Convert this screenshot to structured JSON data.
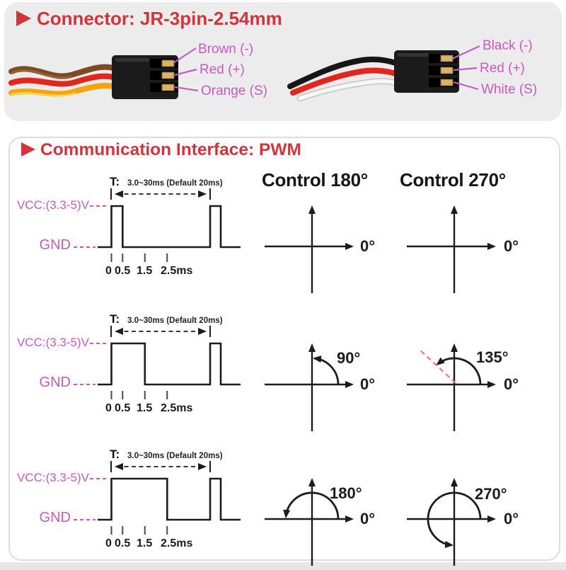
{
  "connector_section": {
    "title": "Connector: JR-3pin-2.54mm",
    "left_labels": [
      "Brown (-)",
      "Red (+)",
      "Orange (S)"
    ],
    "right_labels": [
      "Black (-)",
      "Red (+)",
      "White (S)"
    ]
  },
  "pwm_section": {
    "title": "Communication Interface: PWM",
    "column_headers": [
      "Control 180°",
      "Control 270°"
    ],
    "waveform_rows": [
      {
        "t_label": "T:",
        "t_range": "3.0~30ms (Default 20ms)",
        "vcc_label": "VCC:(3.3-5)V",
        "gnd_label": "GND",
        "ticks": [
          "0",
          "0.5",
          "1.5",
          "2.5ms"
        ],
        "pulse_ms": 0.5,
        "period_ms_default": 20
      },
      {
        "t_label": "T:",
        "t_range": "3.0~30ms (Default 20ms)",
        "vcc_label": "VCC:(3.3-5)V",
        "gnd_label": "GND",
        "ticks": [
          "0",
          "0.5",
          "1.5",
          "2.5ms"
        ],
        "pulse_ms": 1.5,
        "period_ms_default": 20
      },
      {
        "t_label": "T:",
        "t_range": "3.0~30ms (Default 20ms)",
        "vcc_label": "VCC:(3.3-5)V",
        "gnd_label": "GND",
        "ticks": [
          "0",
          "0.5",
          "1.5",
          "2.5ms"
        ],
        "pulse_ms": 2.5,
        "period_ms_default": 20
      }
    ],
    "dials": [
      {
        "zero_label": "0°",
        "angle_label": "",
        "angle_deg": 0,
        "pink_pointer": false
      },
      {
        "zero_label": "0°",
        "angle_label": "",
        "angle_deg": 0,
        "pink_pointer": false
      },
      {
        "zero_label": "0°",
        "angle_label": "90°",
        "angle_deg": 90,
        "pink_pointer": false
      },
      {
        "zero_label": "0°",
        "angle_label": "135°",
        "angle_deg": 135,
        "pink_pointer": true
      },
      {
        "zero_label": "0°",
        "angle_label": "180°",
        "angle_deg": 180,
        "pink_pointer": false
      },
      {
        "zero_label": "0°",
        "angle_label": "270°",
        "angle_deg": 270,
        "pink_pointer": false
      }
    ]
  },
  "colors": {
    "accent_red": "#d4333a",
    "label_magenta": "#c55bc3",
    "diagram_black": "#1c1c1c",
    "pink_dashed": "#e66fb2",
    "panel_gray": "#ececec",
    "wire_brown": "#7d4a26",
    "wire_red": "#e0261d",
    "wire_orange": "#f6a40a",
    "wire_black": "#161616",
    "wire_white": "#f7f7f7",
    "pin_gold": "#dcb268"
  }
}
